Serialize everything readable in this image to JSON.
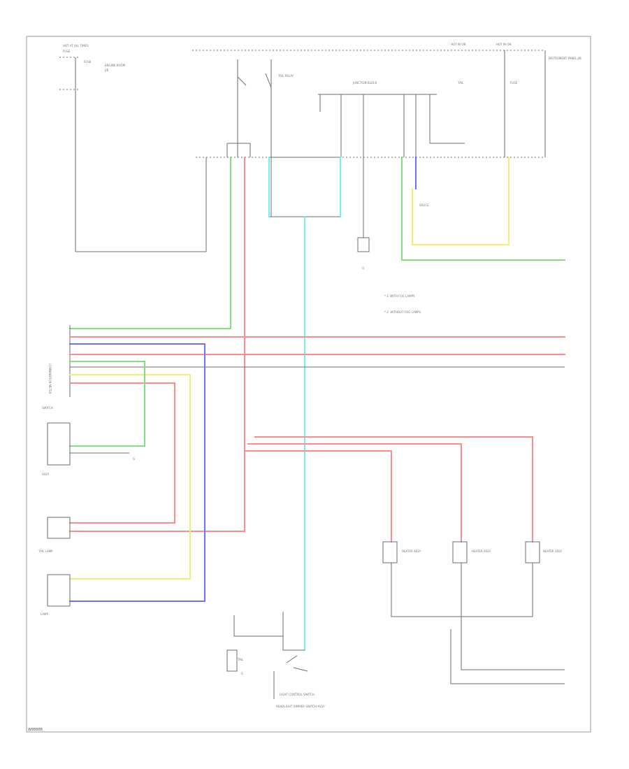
{
  "diagram": {
    "colors": {
      "green": "#7ee07e",
      "red": "#ff8c8c",
      "blue": "#6f6fff",
      "cyan": "#70f0f0",
      "yellow": "#f0f070",
      "gray": "#6e6e6e",
      "frame": "#9a9a9a"
    },
    "labels": {
      "fuse_box_left": "HOT AT ALL TIMES",
      "fuse_box_left_sub": "FUSE",
      "relay_top": "TAIL RELAY",
      "junction_block": "JUNCTION BLOCK",
      "top_right_hot1": "HOT IN ON",
      "top_right_hot2": "HOT IN ON",
      "top_right_panel": "INSTRUMENT PANEL J/B",
      "notes_line1": "* 1: WITH FOG LAMPS",
      "notes_line2": "* 2: WITHOUT FOG LAMPS",
      "connector_left": "COMBINATION METER",
      "switch_assy": "SWITCH",
      "tail_lamp": "TAIL LAMP",
      "seat_lamp": "LAMP",
      "bottom_switch": "LIGHT CONTROL SWITCH",
      "bottom_assy": "HEADLIGHT DIMMER SWITCH ASSY",
      "ground": "G",
      "heater1": "HEATER ASSY",
      "heater2": "HEATER ASSY",
      "heater3": "HEATER ASSY",
      "page_code": "W88888"
    }
  }
}
